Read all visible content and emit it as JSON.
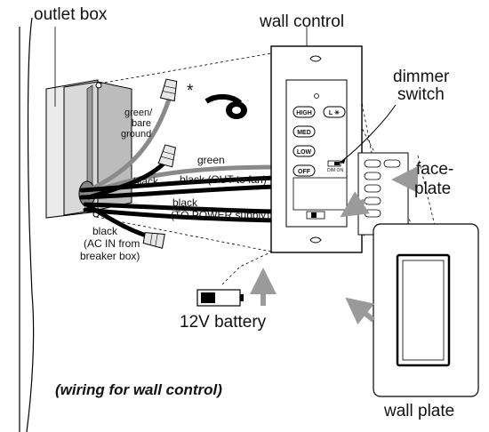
{
  "labels": {
    "outlet_box": "outlet box",
    "wall_control": "wall control",
    "dimmer_line1": "dimmer",
    "dimmer_line2": "switch",
    "faceplate_line1": "face-",
    "faceplate_line2": "plate",
    "wall_plate": "wall plate",
    "battery": "12V battery",
    "caption": "(wiring for wall control)",
    "asterisk": "*"
  },
  "wires": {
    "ground_line1": "green/",
    "ground_line2": "bare",
    "ground_line3": "ground",
    "green": "green",
    "black_short": "black",
    "black_out": "black (OUT to fan)",
    "black_power_line1": "black",
    "black_power_line2": "(TO POWER supply)",
    "ac_in_line1": "black",
    "ac_in_line2": "(AC IN from",
    "ac_in_line3": "breaker box)"
  },
  "control_buttons": {
    "high": "HIGH",
    "light": "L ☀",
    "med": "MED",
    "low": "LOW",
    "off": "OFF"
  },
  "dimmer_switch_text": "DIM ON",
  "colors": {
    "green_wire": "#8a8a8a",
    "black_wire": "#000000",
    "arrow": "#9a9a9a",
    "box_fill": "#d0d0d0"
  }
}
